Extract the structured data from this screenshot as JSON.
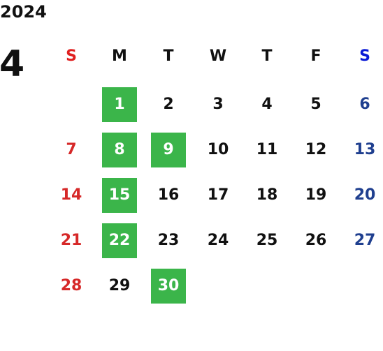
{
  "calendar": {
    "year": "2024",
    "month": "4",
    "weekdays": [
      "S",
      "M",
      "T",
      "W",
      "T",
      "F",
      "S"
    ],
    "days": [
      [
        "",
        "1",
        "2",
        "3",
        "4",
        "5",
        "6"
      ],
      [
        "7",
        "8",
        "9",
        "10",
        "11",
        "12",
        "13"
      ],
      [
        "14",
        "15",
        "16",
        "17",
        "18",
        "19",
        "20"
      ],
      [
        "21",
        "22",
        "23",
        "24",
        "25",
        "26",
        "27"
      ],
      [
        "28",
        "29",
        "30",
        "",
        "",
        "",
        ""
      ]
    ],
    "highlighted_days": [
      "1",
      "8",
      "9",
      "15",
      "22",
      "30"
    ]
  },
  "colors": {
    "text": "#111111",
    "sunday_header": "#e02020",
    "saturday_header": "#0a1ad6",
    "sunday": "#d62828",
    "saturday": "#1f3f8f",
    "highlight_bg": "#3bb54a",
    "highlight_text": "#ffffff"
  }
}
